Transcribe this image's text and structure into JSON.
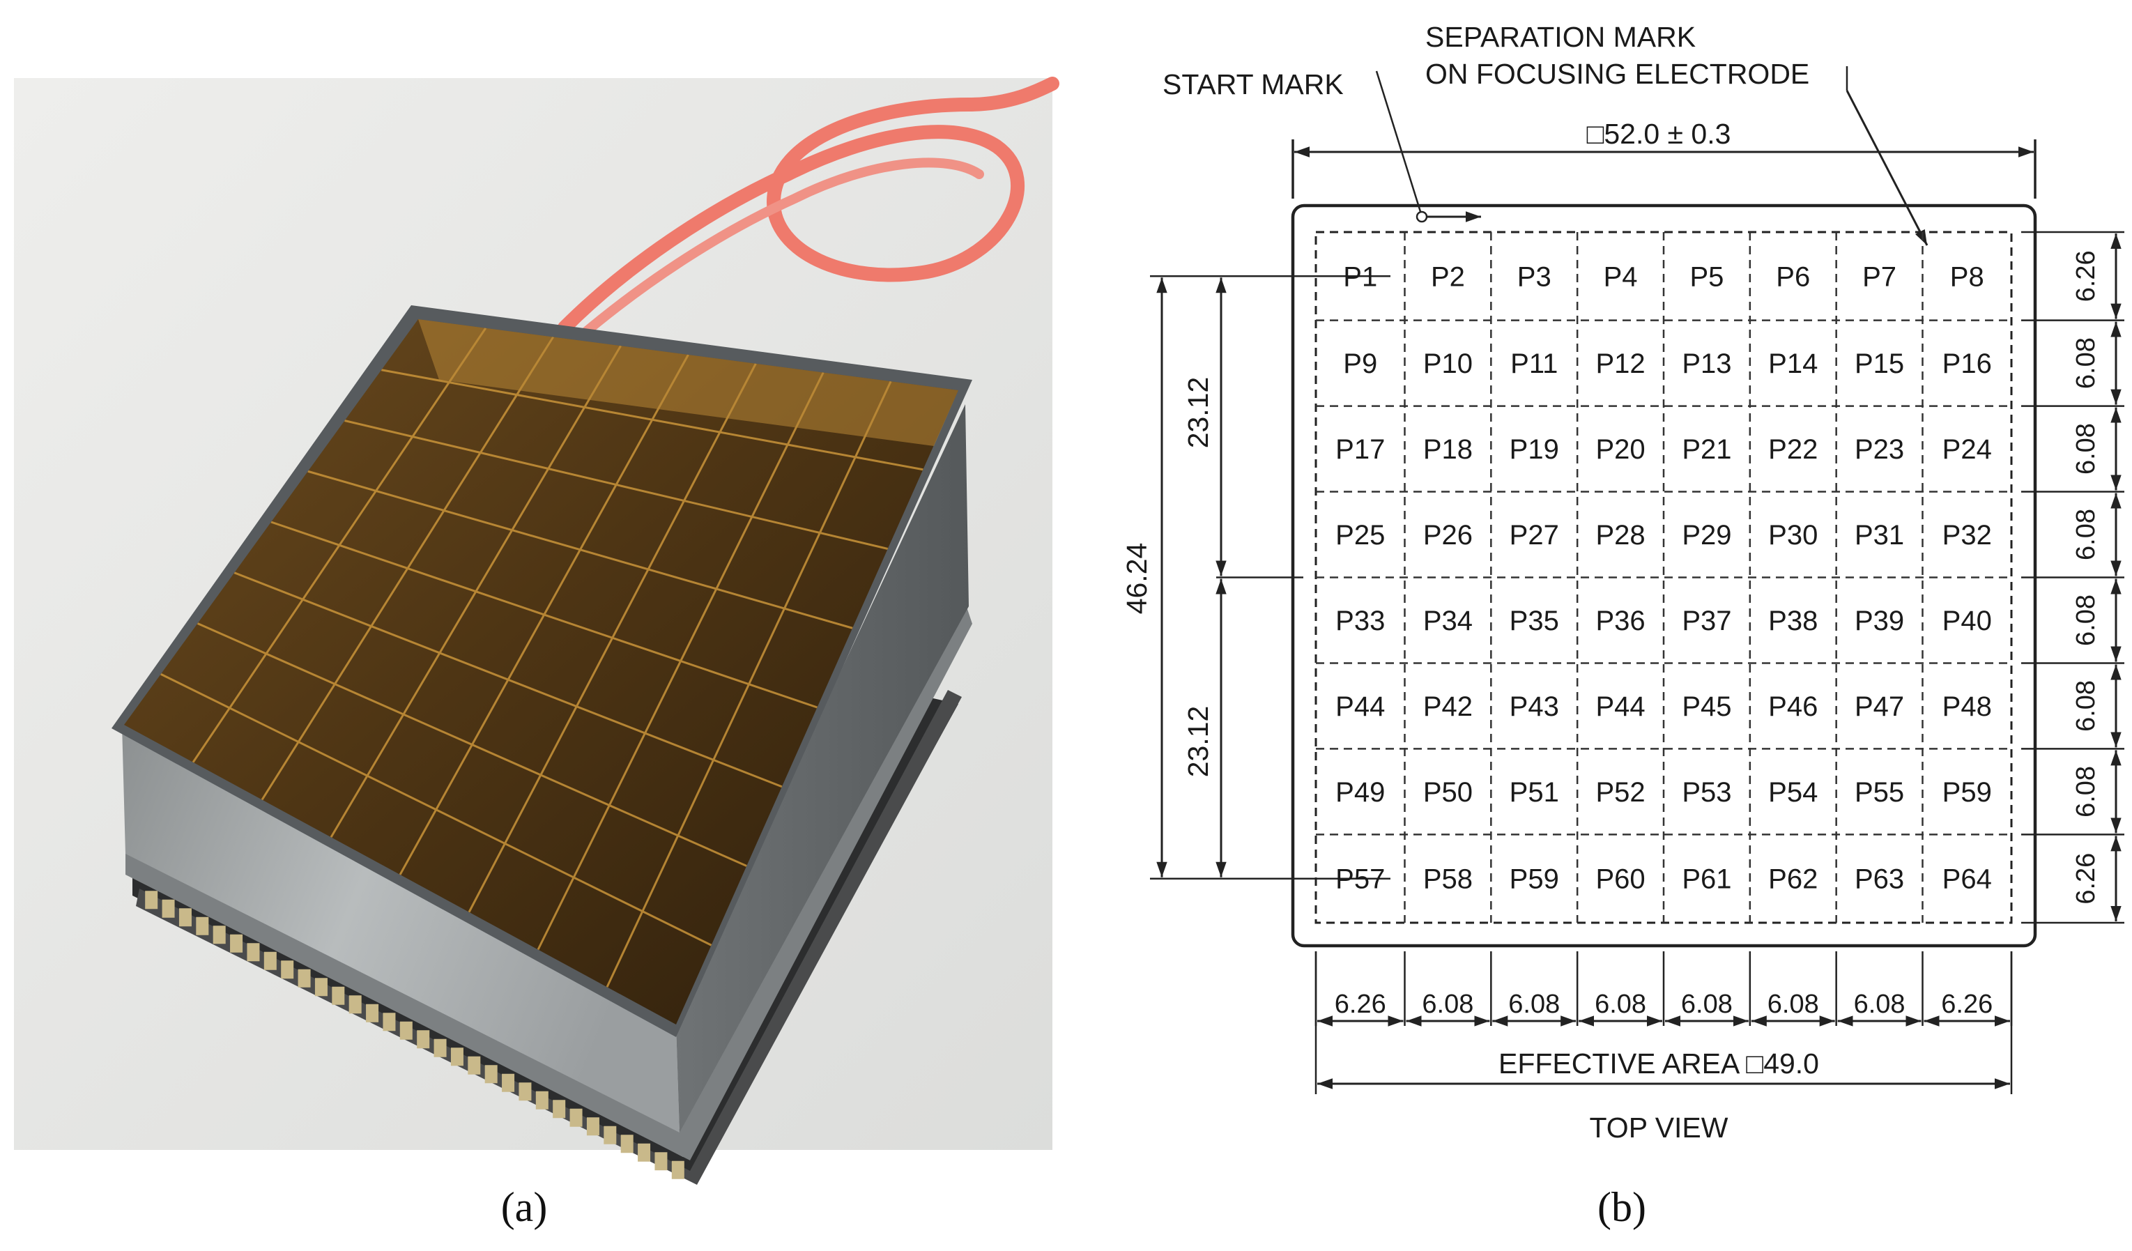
{
  "panel_a": {
    "caption": "(a)",
    "colors": {
      "background": "#e4e5e2",
      "photocathode": "#4e3514",
      "grid_wire": "#c9943a",
      "metal": "#9ea3a4",
      "cable": "#ef7a6c"
    }
  },
  "panel_b": {
    "caption": "(b)",
    "labels": {
      "start_mark": "START MARK",
      "separation_mark_1": "SEPARATION MARK",
      "separation_mark_2": "ON FOCUSING ELECTRODE",
      "outer_dimension": "□52.0 ± 0.3",
      "effective_area": "EFFECTIVE AREA □49.0",
      "top_view": "TOP VIEW",
      "height_total": "46.24",
      "height_upper": "23.12",
      "height_lower": "23.12"
    },
    "column_widths": [
      "6.26",
      "6.08",
      "6.08",
      "6.08",
      "6.08",
      "6.08",
      "6.08",
      "6.26"
    ],
    "row_heights": [
      "6.26",
      "6.08",
      "6.08",
      "6.08",
      "6.08",
      "6.08",
      "6.08",
      "6.26"
    ],
    "pixels": [
      [
        "P1",
        "P2",
        "P3",
        "P4",
        "P5",
        "P6",
        "P7",
        "P8"
      ],
      [
        "P9",
        "P10",
        "P11",
        "P12",
        "P13",
        "P14",
        "P15",
        "P16"
      ],
      [
        "P17",
        "P18",
        "P19",
        "P20",
        "P21",
        "P22",
        "P23",
        "P24"
      ],
      [
        "P25",
        "P26",
        "P27",
        "P28",
        "P29",
        "P30",
        "P31",
        "P32"
      ],
      [
        "P33",
        "P34",
        "P35",
        "P36",
        "P37",
        "P38",
        "P39",
        "P40"
      ],
      [
        "P44",
        "P42",
        "P43",
        "P44",
        "P45",
        "P46",
        "P47",
        "P48"
      ],
      [
        "P49",
        "P50",
        "P51",
        "P52",
        "P53",
        "P54",
        "P55",
        "P59"
      ],
      [
        "P57",
        "P58",
        "P59",
        "P60",
        "P61",
        "P62",
        "P63",
        "P64"
      ]
    ]
  }
}
